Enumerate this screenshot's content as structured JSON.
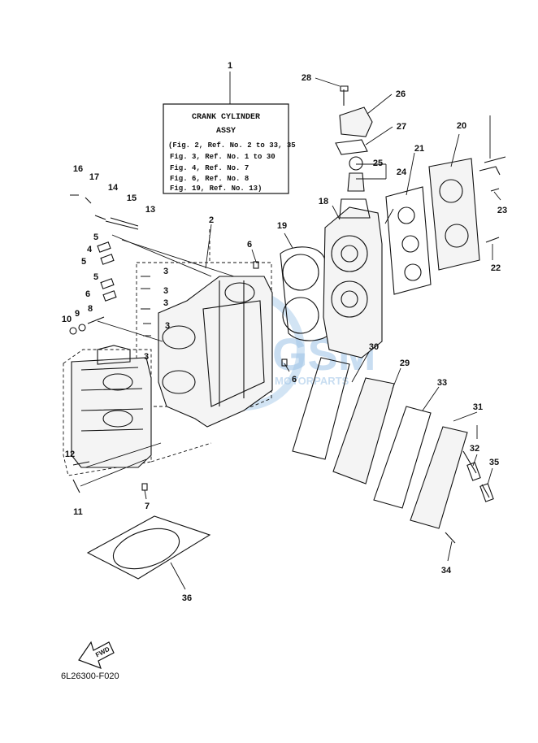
{
  "reference_box": {
    "title": "CRANK CYLINDER",
    "subtitle": "ASSY",
    "lines": [
      "(Fig. 2, Ref. No. 2 to 33, 35",
      "Fig. 3, Ref. No. 1 to 30",
      "Fig. 4, Ref. No. 7",
      "Fig. 6, Ref. No. 8",
      "Fig. 19, Ref. No. 13)"
    ]
  },
  "callouts": [
    "1",
    "2",
    "3",
    "3",
    "3",
    "3",
    "3",
    "4",
    "5",
    "5",
    "5",
    "6",
    "6",
    "6",
    "7",
    "8",
    "9",
    "10",
    "11",
    "12",
    "13",
    "14",
    "15",
    "16",
    "17",
    "18",
    "19",
    "20",
    "21",
    "22",
    "23",
    "24",
    "25",
    "26",
    "27",
    "28",
    "29",
    "30",
    "31",
    "32",
    "33",
    "34",
    "35",
    "36"
  ],
  "watermark": {
    "brand": "GSM",
    "tagline": "MOTORPARTS"
  },
  "fwd_label": "FWD",
  "footer_code": "6L26300-F020"
}
